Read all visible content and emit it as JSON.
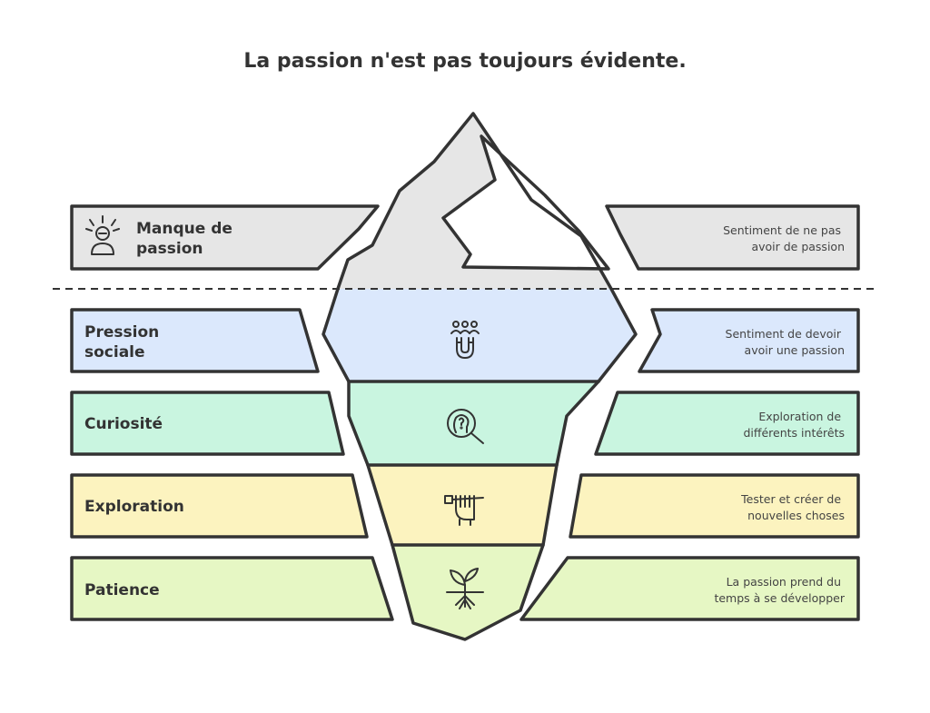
{
  "title": "La passion n'est pas toujours évidente.",
  "layers": [
    {
      "id": "manque",
      "label_lines": [
        "Manque de",
        "passion"
      ],
      "description_lines": [
        "Sentiment de ne pas",
        "avoir de passion"
      ],
      "color": "#e6e6e6",
      "icon": "stressed-person-icon"
    },
    {
      "id": "pression",
      "label_lines": [
        "Pression",
        "sociale"
      ],
      "description_lines": [
        "Sentiment de devoir",
        "avoir une passion"
      ],
      "color": "#dbe8fc",
      "icon": "people-magnet-icon"
    },
    {
      "id": "curiosite",
      "label_lines": [
        "Curiosité"
      ],
      "description_lines": [
        "Exploration de",
        "différents intérêts"
      ],
      "color": "#c9f5e0",
      "icon": "head-question-magnifier-icon"
    },
    {
      "id": "exploration",
      "label_lines": [
        "Exploration"
      ],
      "description_lines": [
        "Tester et créer de",
        "nouvelles choses"
      ],
      "color": "#fcf3bf",
      "icon": "hand-brush-icon"
    },
    {
      "id": "patience",
      "label_lines": [
        "Patience"
      ],
      "description_lines": [
        "La passion prend du",
        "temps à se développer"
      ],
      "color": "#e6f7c4",
      "icon": "growing-plant-icon"
    }
  ],
  "waterline_style": "dashed",
  "iceberg_colors": {
    "above_water": "#e6e6e6",
    "outline": "#333333"
  }
}
